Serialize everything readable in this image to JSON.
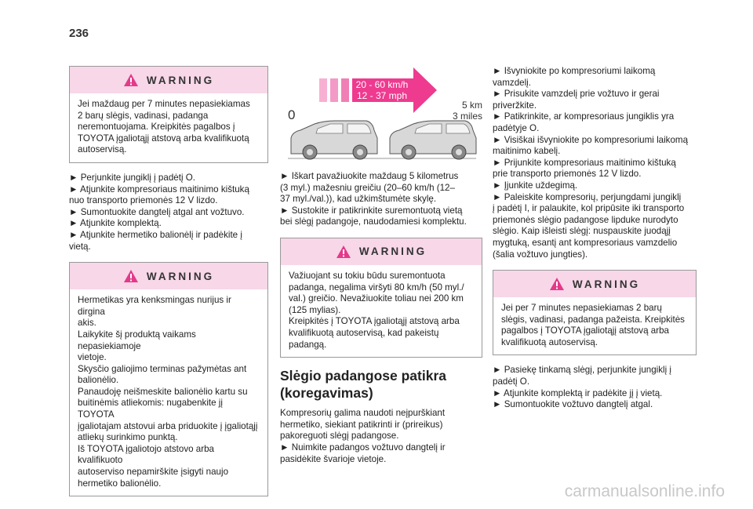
{
  "page_number": "236",
  "column1": {
    "warning1": {
      "title": "WARNING",
      "lines": [
        "Jei maždaug per 7 minutes nepasiekiamas",
        "2 barų slėgis, vadinasi, padanga",
        "neremontuojama. Kreipkitės pagalbos į",
        "TOYOTA įgaliotąjį atstovą arba kvalifikuotą",
        "autoservisą."
      ]
    },
    "steps": [
      "► Perjunkite jungiklį į padėtį O.",
      "► Atjunkite kompresoriaus maitinimo kištuką",
      "nuo transporto priemonės 12 V lizdo.",
      "► Sumontuokite dangtelį atgal ant vožtuvo.",
      "► Atjunkite komplektą.",
      "► Atjunkite hermetiko balionėlį ir padėkite į",
      "vietą."
    ],
    "warning2": {
      "title": "WARNING",
      "lines": [
        "Hermetikas yra kenksmingas nurijus ir dirgina",
        "akis.",
        "Laikykite šį produktą vaikams nepasiekiamoje",
        "vietoje.",
        "Skysčio galiojimo terminas pažymėtas ant",
        "balionėlio.",
        "Panaudoję neišmeskite balionėlio kartu su",
        "buitinėmis atliekomis: nugabenkite jį TOYOTA",
        "įgaliotajam atstovui arba priduokite į įgaliotąjį",
        "atliekų surinkimo punktą.",
        "Iš TOYOTA įgaliotojo atstovo arba kvalifikuoto",
        "autoserviso nepamirškite įsigyti naujo",
        "hermetiko balionėlio."
      ]
    }
  },
  "column2": {
    "figure": {
      "speed_kmh": "20 - 60 km/h",
      "speed_mph": "12 - 37 mph",
      "start": "0",
      "distance_km": "5 km",
      "distance_miles": "3 miles"
    },
    "steps": [
      "► Iškart pavažiuokite maždaug 5 kilometrus",
      "(3 myl.) mažesniu greičiu (20–60 km/h (12–",
      "37 myl./val.)), kad užkimštumėte skylę.",
      "► Sustokite ir patikrinkite suremontuotą vietą",
      "bei slėgį padangoje, naudodamiesi komplektu."
    ],
    "warning": {
      "title": "WARNING",
      "lines": [
        "Važiuojant su tokiu būdu suremontuota",
        "padanga, negalima viršyti 80 km/h (50 myl./",
        "val.) greičio. Nevažiuokite toliau nei 200 km",
        "(125 mylias).",
        "Kreipkitės į TOYOTA įgaliotąjį atstovą arba",
        "kvalifikuotą autoservisą, kad pakeistų",
        "padangą."
      ]
    },
    "section_title_line1": "Slėgio padangose patikra",
    "section_title_line2": "(koregavimas)",
    "intro": [
      "Kompresorių galima naudoti neįpurškiant",
      "hermetiko, siekiant patikrinti ir (prireikus)",
      "pakoreguoti slėgį padangose.",
      "► Nuimkite padangos vožtuvo dangtelį ir",
      "pasidėkite švarioje vietoje."
    ]
  },
  "column3": {
    "steps": [
      "► Išvyniokite po kompresoriumi laikomą",
      "vamzdelį.",
      "► Prisukite vamzdelį prie vožtuvo ir gerai",
      "priveržkite.",
      "► Patikrinkite, ar kompresoriaus jungiklis yra",
      "padėtyje O.",
      "► Visiškai išvyniokite po kompresoriumi laikomą",
      "maitinimo kabelį.",
      "► Prijunkite kompresoriaus maitinimo kištuką",
      "prie transporto priemonės 12 V lizdo.",
      "► Įjunkite uždegimą.",
      "► Paleiskite kompresorių, perjungdami jungiklį",
      "į padėtį I, ir palaukite, kol pripūsite iki transporto",
      "priemonės slėgio padangose lipduke nurodyto",
      "slėgio. Kaip išleisti slėgį: nuspauskite juodąjį",
      "mygtuką, esantį ant kompresoriaus vamzdelio",
      "(šalia vožtuvo jungties)."
    ],
    "warning": {
      "title": "WARNING",
      "lines": [
        "Jei per 7 minutes nepasiekiamas 2 barų",
        "slėgis, vadinasi, padanga pažeista. Kreipkitės",
        "pagalbos į TOYOTA įgaliotąjį atstovą arba",
        "kvalifikuotą autoservisą."
      ]
    },
    "final_steps": [
      "► Pasiekę tinkamą slėgį, perjunkite jungiklį į",
      "padėtį O.",
      "► Atjunkite komplektą ir padėkite jį į vietą.",
      "► Sumontuokite vožtuvo dangtelį atgal."
    ]
  },
  "watermark": "carmanualsonline.info",
  "colors": {
    "warning_header": "#f7d7e8",
    "speed_arrow": "#ee3a8f",
    "speed_arrow_fade": "#f7b0d2",
    "car_fill": "#d8d8d8"
  }
}
